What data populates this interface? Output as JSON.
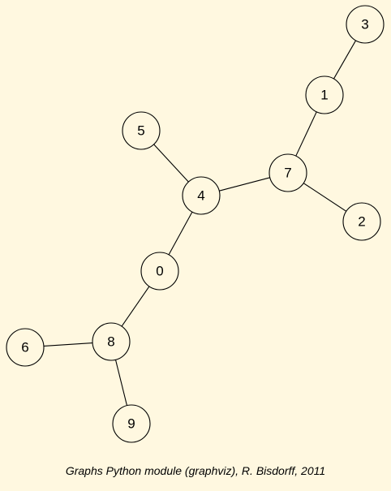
{
  "graph": {
    "nodes": [
      {
        "id": "3",
        "label": "3"
      },
      {
        "id": "1",
        "label": "1"
      },
      {
        "id": "5",
        "label": "5"
      },
      {
        "id": "7",
        "label": "7"
      },
      {
        "id": "4",
        "label": "4"
      },
      {
        "id": "2",
        "label": "2"
      },
      {
        "id": "0",
        "label": "0"
      },
      {
        "id": "6",
        "label": "6"
      },
      {
        "id": "8",
        "label": "8"
      },
      {
        "id": "9",
        "label": "9"
      }
    ],
    "edges": [
      [
        "3",
        "1"
      ],
      [
        "1",
        "7"
      ],
      [
        "7",
        "2"
      ],
      [
        "7",
        "4"
      ],
      [
        "5",
        "4"
      ],
      [
        "4",
        "0"
      ],
      [
        "0",
        "8"
      ],
      [
        "8",
        "6"
      ],
      [
        "8",
        "9"
      ]
    ],
    "colors": {
      "background": "#fff8e0",
      "stroke": "#000000"
    }
  },
  "caption": "Graphs Python module (graphviz), R. Bisdorff, 2011"
}
